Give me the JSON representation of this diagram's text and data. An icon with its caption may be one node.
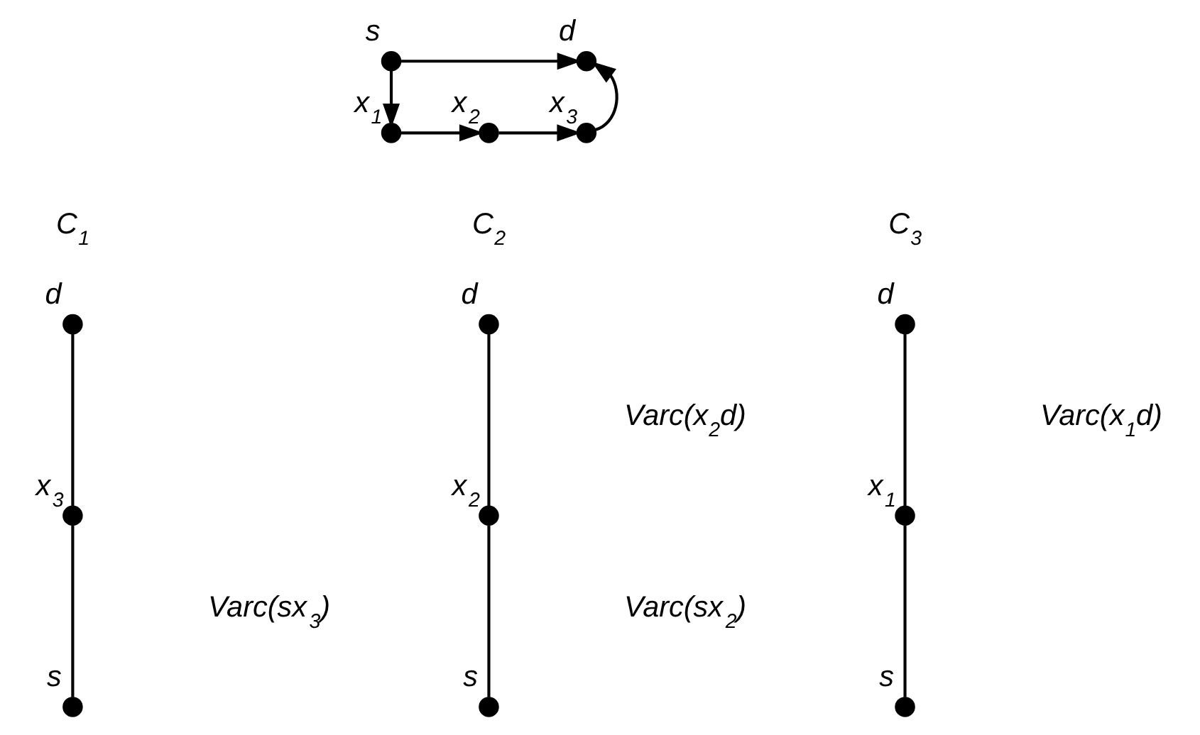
{
  "diagram": {
    "nodes": [
      {
        "text": [],
        "shape": "circle",
        "beside": [
          "s"
        ]
      },
      {
        "text": [],
        "shape": "circle",
        "beside": [
          "d"
        ]
      },
      {
        "text": [],
        "shape": "circle",
        "beside": [
          "x$_{2}$"
        ]
      },
      {
        "text": [],
        "shape": "circle",
        "beside": [
          "x$_{1}$"
        ]
      },
      {
        "text": [],
        "shape": "circle",
        "beside": [
          "x$_{3}$"
        ]
      },
      {
        "text": [],
        "shape": "circle",
        "beside": [
          "d"
        ]
      },
      {
        "text": [],
        "shape": "circle",
        "beside": [
          "x$_{3}$"
        ]
      },
      {
        "text": [],
        "shape": "circle",
        "beside": [
          "s"
        ]
      },
      {
        "text": [],
        "shape": "circle",
        "beside": [
          "d"
        ]
      },
      {
        "text": [],
        "shape": "circle",
        "beside": [
          "x$_{2}$"
        ]
      },
      {
        "text": [],
        "shape": "circle",
        "beside": [
          "s"
        ]
      },
      {
        "text": [],
        "shape": "circle",
        "beside": [
          "d"
        ]
      },
      {
        "text": [],
        "shape": "circle",
        "beside": [
          "x$_{1}$"
        ]
      },
      {
        "text": [],
        "shape": "circle",
        "beside": [
          "s"
        ]
      }
    ],
    "edges": [
      {
        "from": 0,
        "to": 1,
        "arrow": "to"
      },
      {
        "from": 0,
        "to": 3,
        "arrow": "to"
      },
      {
        "from": 3,
        "to": 2,
        "arrow": "to"
      },
      {
        "from": 2,
        "to": 4,
        "arrow": "to"
      },
      {
        "from": 4,
        "to": 1,
        "arrow": "to"
      },
      {
        "from": 5,
        "to": 6,
        "arrow": "none"
      },
      {
        "from": 6,
        "to": 7,
        "arrow": "none"
      },
      {
        "from": 8,
        "to": 9,
        "arrow": "none"
      },
      {
        "from": 9,
        "to": 10,
        "arrow": "none"
      },
      {
        "from": 11,
        "to": 12,
        "arrow": "none"
      },
      {
        "from": 12,
        "to": 13,
        "arrow": "none"
      }
    ],
    "labels": [
      "C$_{1}$",
      "C$_{2}$",
      "C$_{3}$",
      "Varc(x$_{2}$d)",
      "Varc(x$_{1}$d)",
      "Varc(sx$_{3}$)",
      "Varc(sx$_{2}$)"
    ]
  }
}
